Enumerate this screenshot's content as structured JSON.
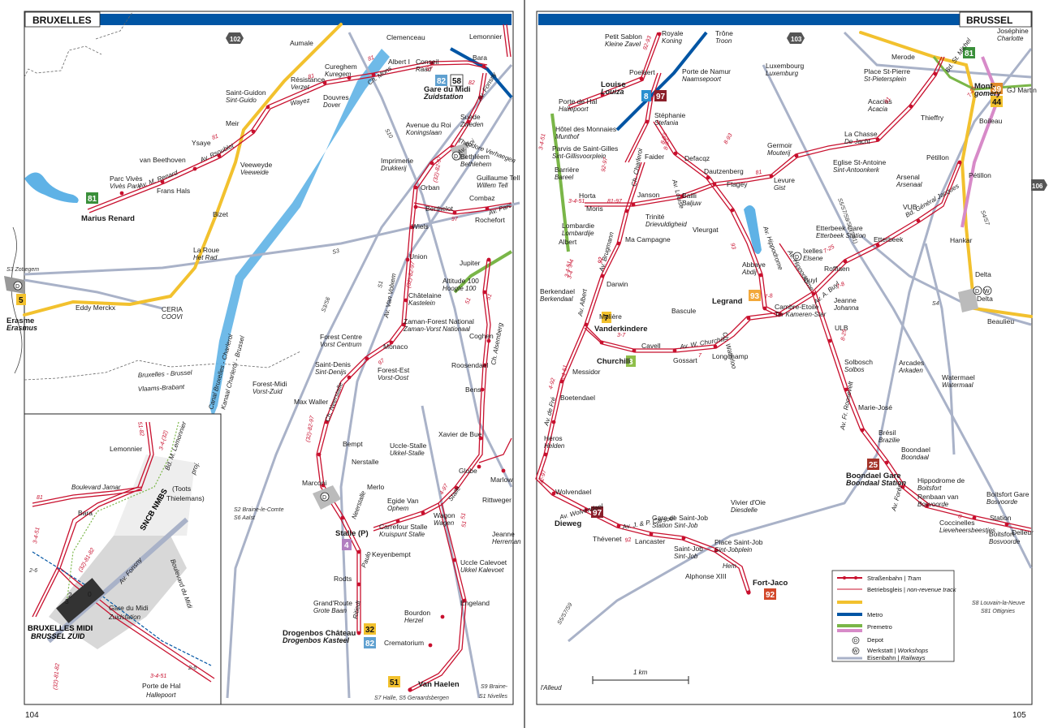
{
  "headers": {
    "left": "BRUXELLES",
    "right": "BRUSSEL"
  },
  "page_numbers": {
    "left": "104",
    "right": "105"
  },
  "page_refs": [
    {
      "id": "102",
      "label": "102"
    },
    {
      "id": "103",
      "label": "103"
    },
    {
      "id": "106",
      "label": "106"
    }
  ],
  "colors": {
    "tram": "#c8102e",
    "metro": "#0055a4",
    "premetro": "#7ab648",
    "railway": "#a9b2c8",
    "header_bar": "#0055a4",
    "water": "#5fb2e6",
    "yellow_road": "#f2c12e",
    "pink": "#d78ac8"
  },
  "left_stops": [
    {
      "key": "clemenceau",
      "text": "Clemenceau"
    },
    {
      "key": "lemonnier",
      "text": "Lemonnier"
    },
    {
      "key": "aumale",
      "text": "Aumale"
    },
    {
      "key": "bara",
      "text": "Bara"
    },
    {
      "key": "cureghem",
      "text": "Cureghem",
      "alt": "Kuregem"
    },
    {
      "key": "albert1",
      "text": "Albert I"
    },
    {
      "key": "conseil",
      "text": "Conseil",
      "alt": "Raad"
    },
    {
      "key": "resistance",
      "text": "Résistance",
      "alt": "Verzet"
    },
    {
      "key": "saint_guidon",
      "text": "Saint-Guidon",
      "alt": "Sint-Guido"
    },
    {
      "key": "douvres",
      "text": "Douvres",
      "alt": "Dover"
    },
    {
      "key": "gare_midi",
      "text": "Gare du Midi",
      "alt": "Zuidstation"
    },
    {
      "key": "suede",
      "text": "Suède",
      "alt": "Zweden"
    },
    {
      "key": "meir",
      "text": "Meir"
    },
    {
      "key": "avenue_roi",
      "text": "Avenue du Roi",
      "alt": "Koningslaan"
    },
    {
      "key": "ysaye",
      "text": "Ysaye"
    },
    {
      "key": "van_beethoven",
      "text": "van Beethoven"
    },
    {
      "key": "bethleem",
      "text": "Bethléem",
      "alt": "Bethlehem"
    },
    {
      "key": "imprimerie",
      "text": "Imprimerie",
      "alt": "Drukkerij"
    },
    {
      "key": "veeweyde",
      "text": "Veeweyde",
      "alt": "Veeweide"
    },
    {
      "key": "guillaume_tell",
      "text": "Guillaume Tell",
      "alt": "Willem Tell"
    },
    {
      "key": "parc_vives",
      "text": "Parc Vivès",
      "alt": "Vivès Park"
    },
    {
      "key": "orban",
      "text": "Orban"
    },
    {
      "key": "frans_hals",
      "text": "Frans Hals"
    },
    {
      "key": "combaz",
      "text": "Combaz"
    },
    {
      "key": "marius_renard",
      "text": "Marius Renard"
    },
    {
      "key": "berthelot",
      "text": "Berthelot"
    },
    {
      "key": "bizet",
      "text": "Bizet"
    },
    {
      "key": "rochefort",
      "text": "Rochefort"
    },
    {
      "key": "wiels",
      "text": "Wiels"
    },
    {
      "key": "la_roue",
      "text": "La Roue",
      "alt": "Het Rad"
    },
    {
      "key": "union",
      "text": "Union"
    },
    {
      "key": "jupiter",
      "text": "Jupiter"
    },
    {
      "key": "altitude100",
      "text": "Altitude 100",
      "alt": "Hoogte 100"
    },
    {
      "key": "chatelaine",
      "text": "Châtelaine",
      "alt": "Kastelein"
    },
    {
      "key": "erasme",
      "text": "Erasme",
      "alt": "Erasmus"
    },
    {
      "key": "eddy_merckx",
      "text": "Eddy Merckx"
    },
    {
      "key": "ceria",
      "text": "CERIA",
      "alt": "COOVI"
    },
    {
      "key": "zaman_forest",
      "text": "Zaman-Forest National",
      "alt": "Zaman-Vorst Nationaal"
    },
    {
      "key": "forest_centre",
      "text": "Forest Centre",
      "alt": "Vorst Centrum"
    },
    {
      "key": "coghen",
      "text": "Coghen"
    },
    {
      "key": "monaco",
      "text": "Monaco"
    },
    {
      "key": "saint_denis",
      "text": "Saint-Denis",
      "alt": "Sint-Denijs"
    },
    {
      "key": "forest_est",
      "text": "Forest-Est",
      "alt": "Vorst-Oost"
    },
    {
      "key": "roosendael",
      "text": "Roosendael"
    },
    {
      "key": "forest_midi",
      "text": "Forest-Midi",
      "alt": "Vorst-Zuid"
    },
    {
      "key": "bens",
      "text": "Bens"
    },
    {
      "key": "max_waller",
      "text": "Max Waller"
    },
    {
      "key": "xavier_bue",
      "text": "Xavier de Bue"
    },
    {
      "key": "bempt",
      "text": "Bempt"
    },
    {
      "key": "uccle_stalle",
      "text": "Uccle-Stalle",
      "alt": "Ukkel-Stalle"
    },
    {
      "key": "nerstalle",
      "text": "Nerstalle"
    },
    {
      "key": "globe",
      "text": "Globe"
    },
    {
      "key": "marlow",
      "text": "Marlow"
    },
    {
      "key": "marconi",
      "text": "Marconi"
    },
    {
      "key": "merlo",
      "text": "Merlo"
    },
    {
      "key": "egide_van_ophem",
      "text": "Egide Van",
      "alt": "Ophem"
    },
    {
      "key": "rittweger",
      "text": "Rittweger"
    },
    {
      "key": "wagon",
      "text": "Wagon",
      "alt": "Wagen"
    },
    {
      "key": "carrefour_stalle",
      "text": "Carrefour Stalle",
      "alt": "Kruispunt Stalle"
    },
    {
      "key": "stalle_p",
      "text": "Stalle (P)"
    },
    {
      "key": "jeanne_herreman",
      "text": "Jeanne",
      "alt": "Herreman"
    },
    {
      "key": "keyenbempt",
      "text": "Keyenbempt"
    },
    {
      "key": "uccle_calevoet",
      "text": "Uccle Calevoet",
      "alt": "Ukkel Kalevoet"
    },
    {
      "key": "rodts",
      "text": "Rodts"
    },
    {
      "key": "engeland",
      "text": "Engeland"
    },
    {
      "key": "grand_route",
      "text": "Grand'Route",
      "alt": "Grote Baan"
    },
    {
      "key": "bourdon",
      "text": "Bourdon",
      "alt": "Herzel"
    },
    {
      "key": "drogenbos",
      "text": "Drogenbos Château",
      "alt": "Drogenbos Kasteel"
    },
    {
      "key": "crematorium",
      "text": "Crematorium"
    },
    {
      "key": "van_haelen",
      "text": "Van Haelen"
    }
  ],
  "right_stops": [
    {
      "key": "petit_sablon",
      "text": "Petit Sablon",
      "alt": "Kleine Zavel"
    },
    {
      "key": "royale",
      "text": "Royale",
      "alt": "Koning"
    },
    {
      "key": "trone",
      "text": "Trône",
      "alt": "Troon"
    },
    {
      "key": "josephine",
      "text": "Joséphine",
      "alt": "Charlotte"
    },
    {
      "key": "merode",
      "text": "Merode"
    },
    {
      "key": "luxembourg",
      "text": "Luxembourg",
      "alt": "Luxemburg"
    },
    {
      "key": "poelaert",
      "text": "Poelaert"
    },
    {
      "key": "porte_namur",
      "text": "Porte de Namur",
      "alt": "Naamsepoort"
    },
    {
      "key": "place_st_pierre",
      "text": "Place St-Pierre",
      "alt": "St-Pietersplein"
    },
    {
      "key": "montgomery",
      "text": "Mont-",
      "alt": "gomery"
    },
    {
      "key": "porte_hal_r",
      "text": "Porte de Hal",
      "alt": "Hallepoort"
    },
    {
      "key": "louise",
      "text": "Louise",
      "alt": "Louiza"
    },
    {
      "key": "gj_martin",
      "text": "GJ Martin"
    },
    {
      "key": "acacias",
      "text": "Acacias",
      "alt": "Acacia"
    },
    {
      "key": "stephanie",
      "text": "Stéphanie",
      "alt": "Stefania"
    },
    {
      "key": "thieffry",
      "text": "Thieffry"
    },
    {
      "key": "boileau",
      "text": "Boileau"
    },
    {
      "key": "hotel_monnaies",
      "text": "Hôtel des Monnaies",
      "alt": "Munthof"
    },
    {
      "key": "la_chasse",
      "text": "La Chasse",
      "alt": "De Jacht"
    },
    {
      "key": "parvis_st_gilles",
      "text": "Parvis de Saint-Gilles",
      "alt": "Sint-Gillisvoorplein"
    },
    {
      "key": "germoir",
      "text": "Germoir",
      "alt": "Mouterij"
    },
    {
      "key": "faider",
      "text": "Faider"
    },
    {
      "key": "defacqz",
      "text": "Defacqz"
    },
    {
      "key": "eglise_st_antoine",
      "text": "Eglise St-Antoine",
      "alt": "Sint-Antoonkerk"
    },
    {
      "key": "petillon1",
      "text": "Pétillon"
    },
    {
      "key": "barriere",
      "text": "Barrière",
      "alt": "Bareel"
    },
    {
      "key": "dautzenberg",
      "text": "Dautzenberg"
    },
    {
      "key": "petillon2",
      "text": "Pétillon"
    },
    {
      "key": "flagey",
      "text": "Flagey"
    },
    {
      "key": "levure",
      "text": "Levure",
      "alt": "Gist"
    },
    {
      "key": "arsenal",
      "text": "Arsenal",
      "alt": "Arsenaal"
    },
    {
      "key": "horta",
      "text": "Horta"
    },
    {
      "key": "janson",
      "text": "Janson"
    },
    {
      "key": "bailli",
      "text": "Bailli",
      "alt": "Baljuw"
    },
    {
      "key": "morris",
      "text": "Moris"
    },
    {
      "key": "trinite",
      "text": "Trinité",
      "alt": "Drievuldigheid"
    },
    {
      "key": "vub",
      "text": "VUB"
    },
    {
      "key": "lombardie",
      "text": "Lombardie",
      "alt": "Lombardije"
    },
    {
      "key": "vleurgat",
      "text": "Vleurgat"
    },
    {
      "key": "etterbeek_gare",
      "text": "Etterbeek Gare",
      "alt": "Etterbeek Station"
    },
    {
      "key": "hankar",
      "text": "Hankar"
    },
    {
      "key": "albert",
      "text": "Albert"
    },
    {
      "key": "ma_campagne",
      "text": "Ma Campagne"
    },
    {
      "key": "etterbeek",
      "text": "Etterbeek"
    },
    {
      "key": "ixelles",
      "text": "Ixelles",
      "alt": "Elsene"
    },
    {
      "key": "abbaye",
      "text": "Abbaye",
      "alt": "Abdij"
    },
    {
      "key": "roffiaen",
      "text": "Roffiaen"
    },
    {
      "key": "delta",
      "text": "Delta"
    },
    {
      "key": "darwin",
      "text": "Darwin"
    },
    {
      "key": "berkendael",
      "text": "Berkendael",
      "alt": "Berkendaal"
    },
    {
      "key": "buyl",
      "text": "Buyl"
    },
    {
      "key": "legrand",
      "text": "Legrand"
    },
    {
      "key": "jeanne",
      "text": "Jeanne",
      "alt": "Johanna"
    },
    {
      "key": "delta_depot",
      "text": "Delta"
    },
    {
      "key": "bascule",
      "text": "Bascule"
    },
    {
      "key": "cambre_etoile",
      "text": "Cambre-Etoile",
      "alt": "Ter Kameren-Ster"
    },
    {
      "key": "moliere",
      "text": "Molière"
    },
    {
      "key": "vanderkindere",
      "text": "Vanderkindere"
    },
    {
      "key": "beaulieu",
      "text": "Beaulieu"
    },
    {
      "key": "ulb",
      "text": "ULB"
    },
    {
      "key": "cavell",
      "text": "Cavell"
    },
    {
      "key": "churchill",
      "text": "Churchill"
    },
    {
      "key": "longchamp",
      "text": "Longchamp"
    },
    {
      "key": "gossart",
      "text": "Gossart"
    },
    {
      "key": "solbosch",
      "text": "Solbosch",
      "alt": "Solbos"
    },
    {
      "key": "arcades",
      "text": "Arcades",
      "alt": "Arkaden"
    },
    {
      "key": "messidor",
      "text": "Messidor"
    },
    {
      "key": "watermael",
      "text": "Watermael",
      "alt": "Watermaal"
    },
    {
      "key": "boetendael",
      "text": "Boetendael"
    },
    {
      "key": "marie_jose",
      "text": "Marie-José"
    },
    {
      "key": "heros",
      "text": "Héros",
      "alt": "Helden"
    },
    {
      "key": "bresil",
      "text": "Brésil",
      "alt": "Brazilie"
    },
    {
      "key": "boondael",
      "text": "Boondael",
      "alt": "Boondaal"
    },
    {
      "key": "boondael_gare",
      "text": "Boondael Gare",
      "alt": "Boondaal Station"
    },
    {
      "key": "wolvendael",
      "text": "Wolvendael"
    },
    {
      "key": "hippodrome",
      "text": "Hippodrome de",
      "alt": "Boitsfort"
    },
    {
      "key": "hippodrome2",
      "text": "Renbaan van",
      "alt": "Bosvoorde"
    },
    {
      "key": "vivier_oie",
      "text": "Vivier d'Oie",
      "alt": "Diesdelle"
    },
    {
      "key": "boitsfort_gare",
      "text": "Boitsfort Gare",
      "alt": "Bosvoorde"
    },
    {
      "key": "boitsfort_gare2",
      "text": "Station"
    },
    {
      "key": "gare_st_job",
      "text": "Gare de Saint-Job",
      "alt": "Station Sint-Job"
    },
    {
      "key": "coccinelles",
      "text": "Coccinelles",
      "alt": "Lieveheersbeestjes"
    },
    {
      "key": "dieweg",
      "text": "Dieweg"
    },
    {
      "key": "boitsfort",
      "text": "Boitsfort",
      "alt": "Bosvoorde"
    },
    {
      "key": "delleur",
      "text": "Delleur"
    },
    {
      "key": "thevenet",
      "text": "Thévenet"
    },
    {
      "key": "lancaster",
      "text": "Lancaster"
    },
    {
      "key": "saint_job",
      "text": "Saint-Job",
      "alt": "Sint-Job"
    },
    {
      "key": "place_st_job",
      "text": "Place Saint-Job",
      "alt": "Sint-Jobplein"
    },
    {
      "key": "alphonse_xiii",
      "text": "Alphonse XIII"
    },
    {
      "key": "fort_jaco",
      "text": "Fort-Jaco"
    }
  ],
  "line_badges": [
    {
      "key": "b81l",
      "text": "81",
      "color": "#3a8f3a"
    },
    {
      "key": "b5",
      "text": "5",
      "color": "#f2c12e"
    },
    {
      "key": "b82",
      "text": "82",
      "color": "#5fa0d0"
    },
    {
      "key": "b58",
      "text": "58",
      "color": "#ffffff"
    },
    {
      "key": "b4",
      "text": "4",
      "color": "#b27fc0"
    },
    {
      "key": "b32",
      "text": "32",
      "color": "#f2c12e"
    },
    {
      "key": "b82b",
      "text": "82",
      "color": "#5fa0d0"
    },
    {
      "key": "b51",
      "text": "51",
      "color": "#f2c12e"
    },
    {
      "key": "b81r",
      "text": "81",
      "color": "#3a8f3a"
    },
    {
      "key": "b39",
      "text": "39",
      "color": "#e08a2a"
    },
    {
      "key": "b44",
      "text": "44",
      "color": "#f2c12e"
    },
    {
      "key": "b8",
      "text": "8",
      "color": "#2a8fd0"
    },
    {
      "key": "b97a",
      "text": "97",
      "color": "#8b1f2a"
    },
    {
      "key": "b93",
      "text": "93",
      "color": "#f2a83a"
    },
    {
      "key": "b7",
      "text": "7",
      "color": "#f2c12e"
    },
    {
      "key": "b3",
      "text": "3",
      "color": "#8fbf4a"
    },
    {
      "key": "b25",
      "text": "25",
      "color": "#a3342a"
    },
    {
      "key": "b97b",
      "text": "97",
      "color": "#8b1f2a"
    },
    {
      "key": "b92",
      "text": "92",
      "color": "#d2482a"
    }
  ],
  "street_labels": [
    {
      "key": "ch_mons",
      "text": "Ch. Mons"
    },
    {
      "key": "wayez",
      "text": "Wayez"
    },
    {
      "key": "av_m_renard",
      "text": "Av. M. Renard"
    },
    {
      "key": "av_rsoublot",
      "text": "Av. Rsoublot"
    },
    {
      "key": "av_fonsny",
      "text": "Av. Fonsny"
    },
    {
      "key": "theodore_verhaegen",
      "text": "Théodore Verhaegen"
    },
    {
      "key": "av_roi",
      "text": "Av. Roi"
    },
    {
      "key": "av_parc",
      "text": "Av. Parc"
    },
    {
      "key": "av_van_volxem",
      "text": "Av. Van Volxem"
    },
    {
      "key": "ch_neerstalle",
      "text": "Ch. Neerstalle"
    },
    {
      "key": "ch_alsemberg",
      "text": "Ch. Alsemberg"
    },
    {
      "key": "ch_waterloo",
      "text": "Ch. Waterloo"
    },
    {
      "key": "av_w_churchill",
      "text": "Av. W. Churchill"
    },
    {
      "key": "av_brugmann",
      "text": "Av. Brugmann"
    },
    {
      "key": "av_albert",
      "text": "Av. Albert"
    },
    {
      "key": "ch_charleroi",
      "text": "Ch. Charleroi"
    },
    {
      "key": "av_louise",
      "text": "Av. Louise"
    },
    {
      "key": "av_general_jacques",
      "text": "Bd. Général Jacques"
    },
    {
      "key": "av_fr_roosevelt",
      "text": "Av. Fr. Roosevelt"
    },
    {
      "key": "av_de_fre",
      "text": "Av. de Fré"
    },
    {
      "key": "av_wolvendael",
      "text": "Av. Wolvendael"
    },
    {
      "key": "av_j_carsoel",
      "text": "Av. J. & P. Carsoel"
    },
    {
      "key": "av_hippodrome",
      "text": "Av. Hippodrome"
    },
    {
      "key": "av_a_buyl",
      "text": "Av. A. Buyl"
    },
    {
      "key": "av_foret",
      "text": "Av. Forêt"
    },
    {
      "key": "bd_st_michel",
      "text": "Bd. St. Michel"
    },
    {
      "key": "hem",
      "text": "Hem"
    },
    {
      "key": "neerstalle",
      "text": "Neerstalle"
    },
    {
      "key": "stalle",
      "text": "Stalle"
    },
    {
      "key": "paulo",
      "text": "Paulo"
    },
    {
      "key": "rtiedt",
      "text": "Ritiedt"
    },
    {
      "key": "av_de_l_hippodrome",
      "text": "Av. Hippodrome"
    }
  ],
  "rail_labels": [
    {
      "key": "s3_zottegem",
      "text": "S3 Zottegem"
    },
    {
      "key": "s3",
      "text": "S3"
    },
    {
      "key": "s2_braine",
      "text": "S2 Braine-le-Comte"
    },
    {
      "key": "s6_aalst",
      "text": "S6 Aalst"
    },
    {
      "key": "s7_halle",
      "text": "S7 Halle, S5 Geraardsbergen"
    },
    {
      "key": "s9_braine",
      "text": "S9 Braine-"
    },
    {
      "key": "s1_nivelles",
      "text": "S1 Nivelles"
    },
    {
      "key": "s8_louvain",
      "text": "S8 Louvain-la-Neuve"
    },
    {
      "key": "s81_ottignies",
      "text": "S81 Ottignies"
    },
    {
      "key": "s4",
      "text": "S4"
    },
    {
      "key": "s1",
      "text": "S1"
    },
    {
      "key": "s10",
      "text": "S10"
    },
    {
      "key": "s3s6",
      "text": "S3/S6"
    },
    {
      "key": "s5s7s9",
      "text": "S5/S7/S9"
    },
    {
      "key": "s4s7",
      "text": "S4/S7"
    },
    {
      "key": "s5s8",
      "text": "S5/S7/S8/S9 (S81)"
    }
  ],
  "area_labels": [
    {
      "key": "bxl_brussel",
      "text": "Bruxelles - Brussel"
    },
    {
      "key": "vlaams_brabant",
      "text": "Vlaams-Brabant"
    },
    {
      "key": "canal1",
      "text": "Canal Bruxelles - Charleroi"
    },
    {
      "key": "canal2",
      "text": "Kanaal Charleroi - Brussel"
    },
    {
      "key": "lalleud",
      "text": "l'Alleud"
    },
    {
      "key": "toots",
      "text": "(Toots"
    },
    {
      "key": "toots2",
      "text": "Thielemans)"
    },
    {
      "key": "proj",
      "text": "proj."
    }
  ],
  "inset": {
    "lemonnier": "Lemonnier",
    "bara": "Bara",
    "boulevard_jamar": "Boulevard Jamar",
    "gare_midi": "Gare du Midi",
    "zuidstation": "Zuidstation",
    "bxl_midi": "BRUXELLES MIDI",
    "brussel_zuid": "BRUSSEL ZUID",
    "porte_hal": "Porte de Hal",
    "hallepoort": "Hallepoort",
    "sncb": "SNCB NMBS",
    "bd_midi": "Boulevard du Midi",
    "bd_lemonnier": "Bd. M. Lemonnier",
    "av_fonsny": "Av. Fonsny",
    "l1": "3-4-51",
    "l2": "(32)-81-82",
    "l3": "81",
    "l4": "2-6",
    "l5": "(32)-81-82",
    "l6": "3-4-51",
    "l7": "2-6",
    "l8": "51-82",
    "l9": "3-4-(32)",
    "num0": "0",
    "num2": "2",
    "num3": "3"
  },
  "legend": {
    "title_tram": "Straßenbahn",
    "tram_alt": "Tram",
    "nonrev": "Betriebsgleis",
    "nonrev_alt": "non-revenue track",
    "metro": "Metro",
    "premetro": "Premetro",
    "depot": "Depot",
    "workshops": "Werkstatt",
    "workshops_alt": "Workshops",
    "railways": "Eisenbahn",
    "railways_alt": "Railways"
  },
  "scale": {
    "label": "1 km"
  },
  "red_line_labels": [
    "81",
    "81",
    "81",
    "97",
    "82",
    "(32)-82-97",
    "97",
    "51",
    "(32)-82-97",
    "51",
    "(32)-82-97",
    "97",
    "4-97",
    "51",
    "3-4-51",
    "3-4-51",
    "92-93",
    "8-93",
    "93",
    "92",
    "8-93",
    "81",
    "7-8",
    "92",
    "3-4-51",
    "3-4-51",
    "81",
    "8",
    "7-25",
    "7-8",
    "8-25",
    "7-25",
    "3-4",
    "92-97",
    "4-92",
    "92-97",
    "92",
    "51",
    "3-4",
    "7",
    "81-97",
    "3-7",
    "8-93"
  ],
  "misc": {
    "d": "D",
    "w": "W",
    "p4": "4",
    "p7": "7"
  }
}
